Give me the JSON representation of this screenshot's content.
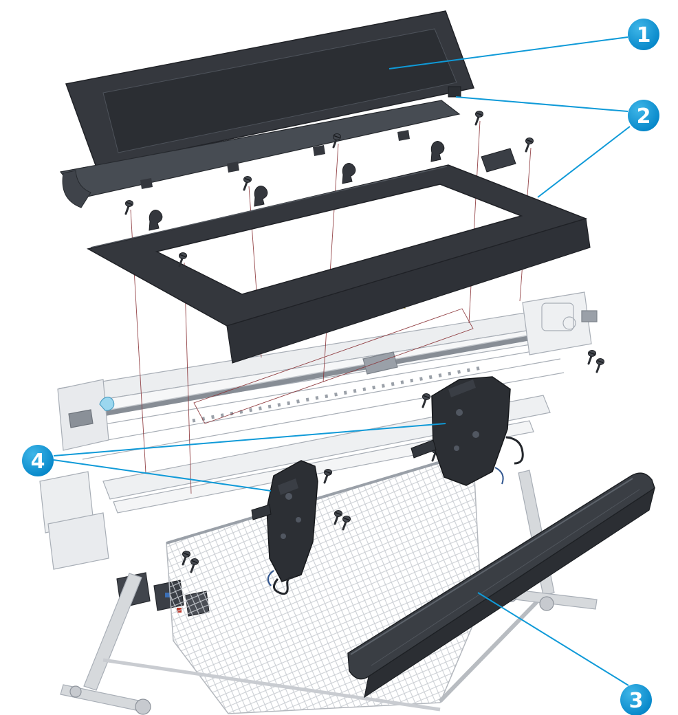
{
  "figure": {
    "kind": "exploded-parts-diagram",
    "colors": {
      "accent_blue": "#0f9ad8",
      "callout_fill_top": "#3fb6e8",
      "callout_fill_bottom": "#0082c6",
      "dark_part": "#35383e",
      "body_line": "#a8aeb6",
      "alignment_red": "#8a3236",
      "warning_yellow": "#f3c200"
    },
    "callouts": [
      {
        "number": "1"
      },
      {
        "number": "2"
      },
      {
        "number": "3"
      },
      {
        "number": "4"
      }
    ]
  }
}
